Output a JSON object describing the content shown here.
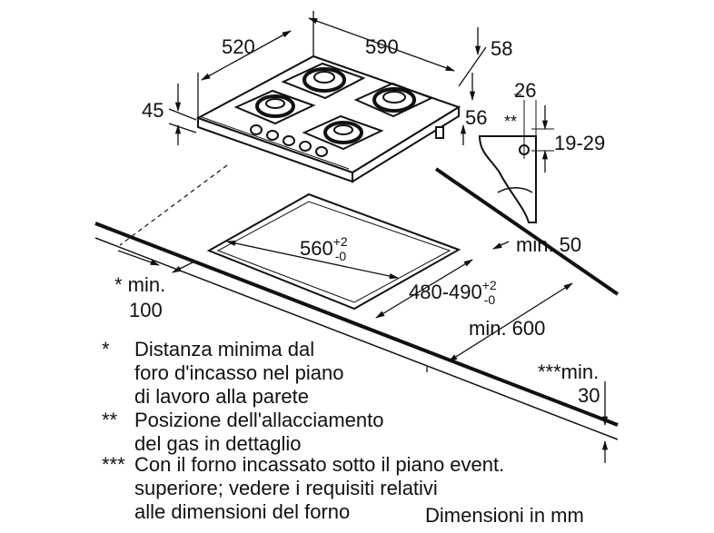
{
  "dimensions": {
    "width": "520",
    "depth": "590",
    "d58": "58",
    "height": "45",
    "d56": "56",
    "d26": "26",
    "d_marker": "**",
    "range": "19-29",
    "min50": "min. 50",
    "cutout_w": "560",
    "cutout_w_tol_plus": "+2",
    "cutout_w_tol_minus": "-0",
    "cutout_d": "480-490",
    "cutout_d_tol_plus": "+2",
    "cutout_d_tol_minus": "-0",
    "min600": "min. 600",
    "min100_a": "* min.",
    "min100_b": "100",
    "min30_a": "***min.",
    "min30_b": "30"
  },
  "notes": [
    {
      "marker": "*",
      "lines": [
        "Distanza minima dal",
        "foro d'incasso nel piano",
        "di lavoro alla parete"
      ]
    },
    {
      "marker": "**",
      "lines": [
        "Posizione dell'allacciamento",
        "del gas in dettaglio"
      ]
    },
    {
      "marker": "***",
      "lines": [
        "Con il forno incassato sotto il piano event.",
        "superiore; vedere i requisiti relativi",
        "alle dimensioni del forno"
      ]
    }
  ],
  "units": "Dimensioni in mm"
}
